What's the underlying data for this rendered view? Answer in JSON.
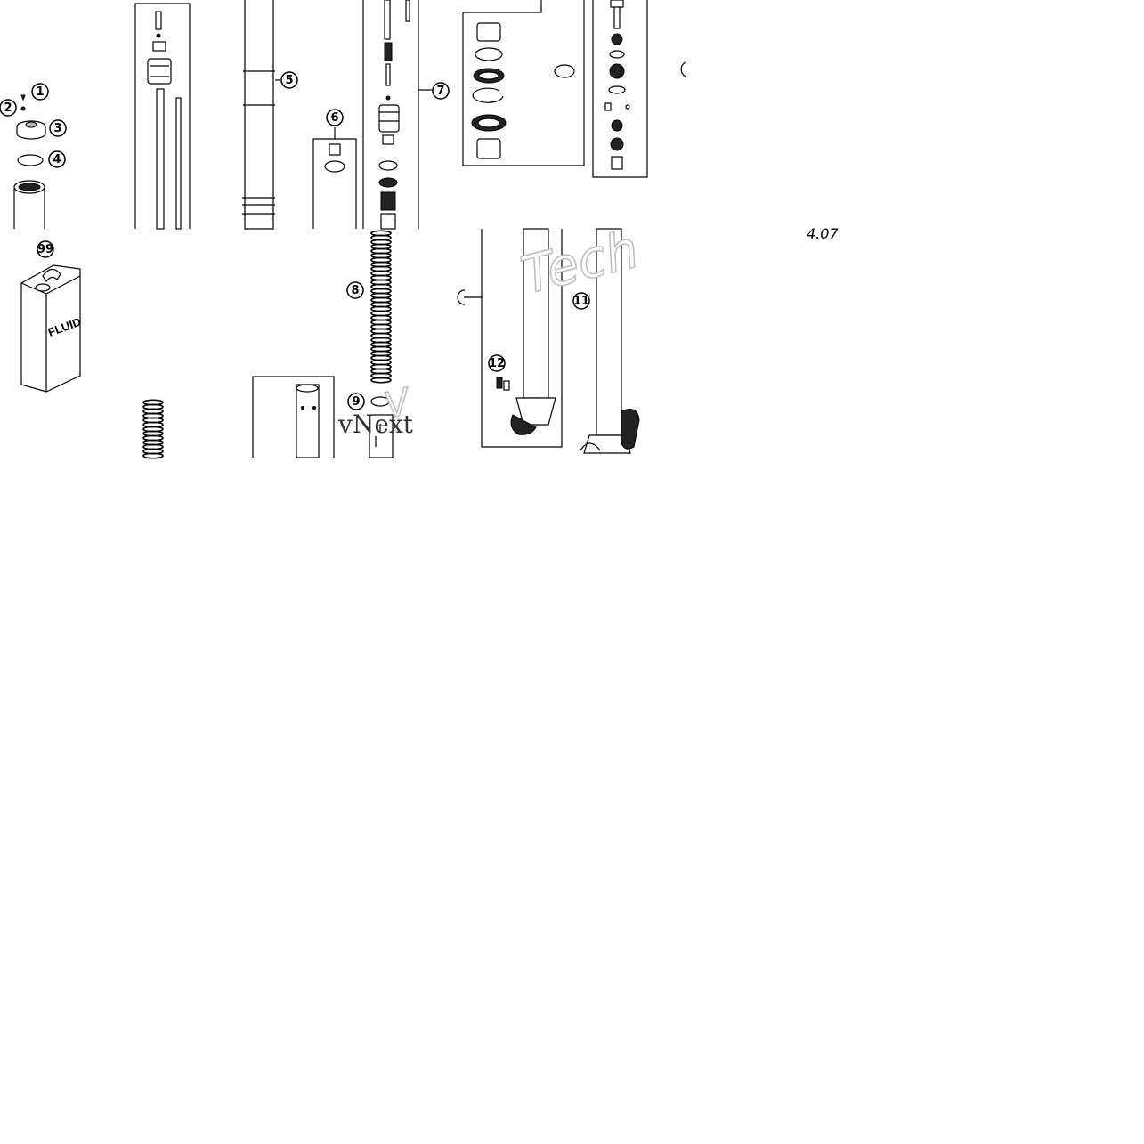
{
  "callouts": [
    "1",
    "2",
    "3",
    "4",
    "5",
    "6",
    "7",
    "8",
    "9",
    "11",
    "12",
    "99"
  ],
  "can_label": "FLUID",
  "watermark_primary": "Tech",
  "watermark_secondary": "vNext",
  "diagram_code": "4.07"
}
